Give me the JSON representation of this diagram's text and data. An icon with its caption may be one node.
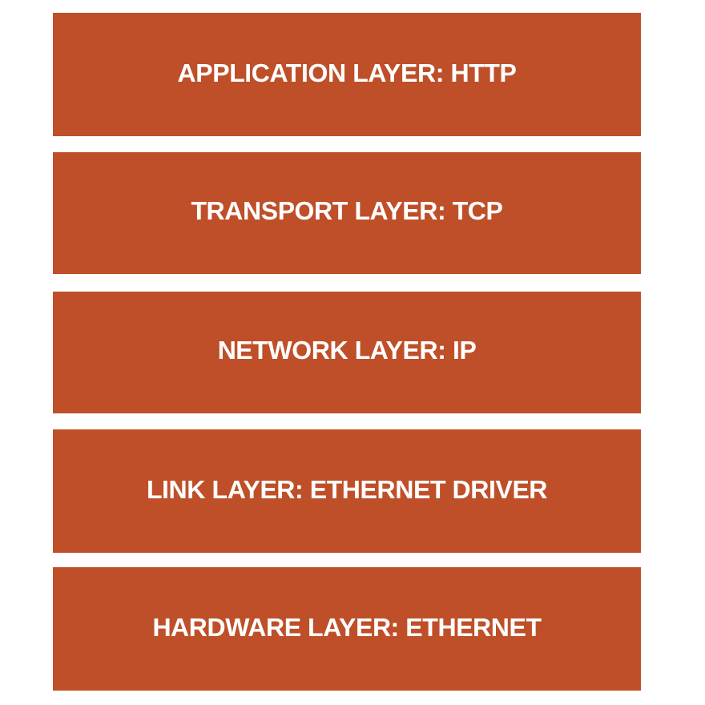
{
  "diagram": {
    "nodes": [
      {
        "text": [
          "APPLICATION LAYER: HTTP"
        ]
      },
      {
        "text": [
          "TRANSPORT LAYER: TCP"
        ]
      },
      {
        "text": [
          "NETWORK LAYER: IP"
        ]
      },
      {
        "text": [
          "LINK LAYER: ETHERNET DRIVER"
        ]
      },
      {
        "text": [
          "HARDWARE LAYER: ETHERNET"
        ]
      }
    ]
  }
}
